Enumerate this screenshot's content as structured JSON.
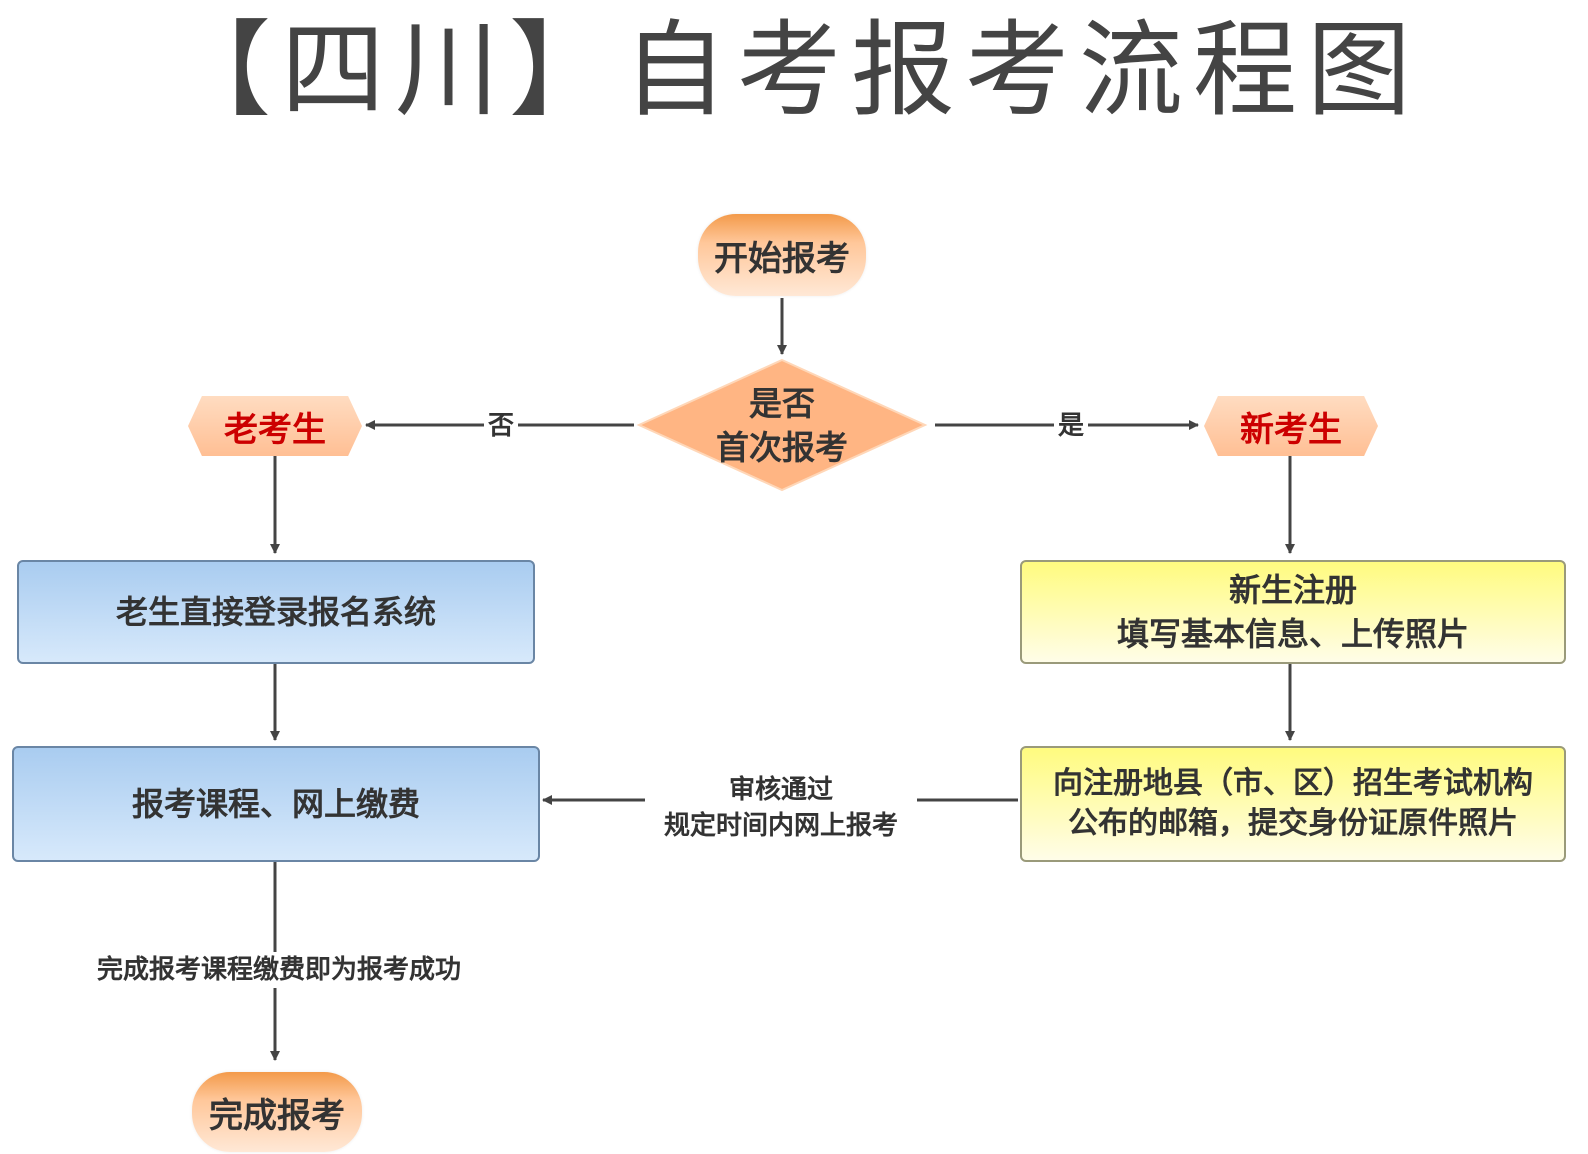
{
  "title": "【四川】自考报考流程图",
  "nodes": {
    "start": "开始报考",
    "decision_line1": "是否",
    "decision_line2": "首次报考",
    "old_student": "老考生",
    "new_student": "新考生",
    "old_login": "老生直接登录报名系统",
    "new_register_line1": "新生注册",
    "new_register_line2": "填写基本信息、上传照片",
    "submit_id_line1": "向注册地县（市、区）招生考试机构",
    "submit_id_line2": "公布的邮箱，提交身份证原件照片",
    "enroll_pay": "报考课程、网上缴费",
    "finish": "完成报考"
  },
  "edges": {
    "no": "否",
    "yes": "是",
    "review_line1": "审核通过",
    "review_line2": "规定时间内网上报考",
    "complete_note": "完成报考课程缴费即为报考成功"
  },
  "colors": {
    "pill_orange": "#f39a4a",
    "hex_red_text": "#cc0000",
    "box_blue": "#a9ccf0",
    "box_yellow": "#fffb7f",
    "arrow": "#444444"
  }
}
